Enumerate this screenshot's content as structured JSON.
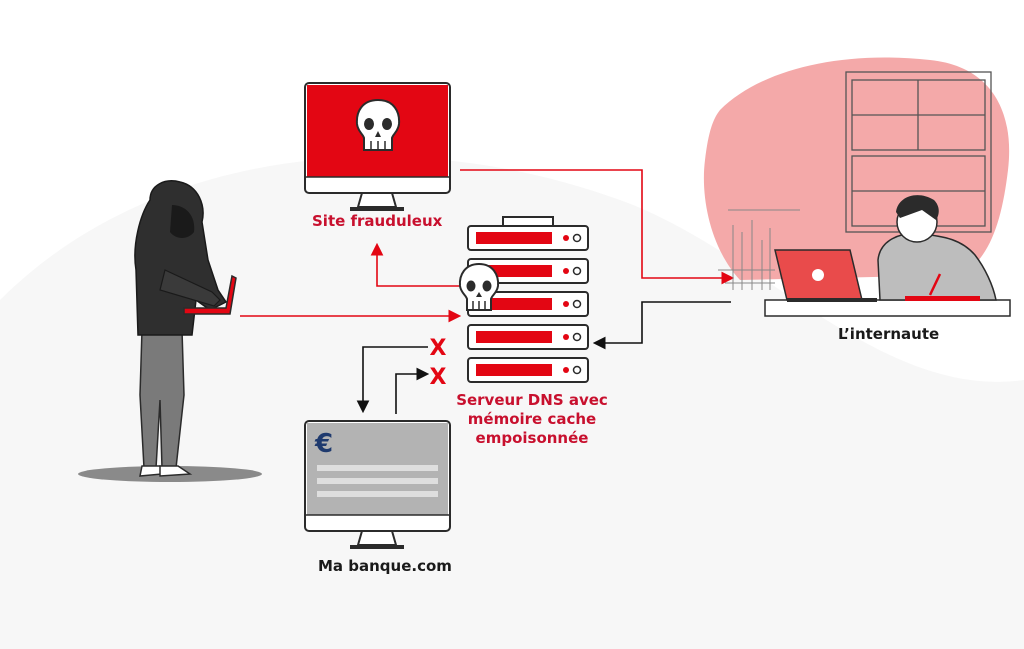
{
  "nodes": {
    "fraud_site": {
      "label": "Site frauduleux"
    },
    "dns_server": {
      "label_lines": [
        "Serveur DNS avec",
        "mémoire cache",
        "empoisonnée"
      ]
    },
    "bank_site": {
      "label": "Ma banque.com",
      "symbol": "€"
    },
    "user": {
      "label": "L’internaute"
    },
    "attacker": {
      "icon": "hooded-hacker-icon"
    }
  },
  "markers": {
    "blocked": "X"
  },
  "colors": {
    "accent_red": "#e30613",
    "label_red": "#c8102e",
    "blob_pink": "#f4a9a9",
    "outline": "#2b2b2b",
    "gray_screen": "#b3b3b3",
    "bank_blue": "#1f3a6e",
    "hoodie": "#2f2f2f",
    "pants": "#7a7a7a"
  }
}
